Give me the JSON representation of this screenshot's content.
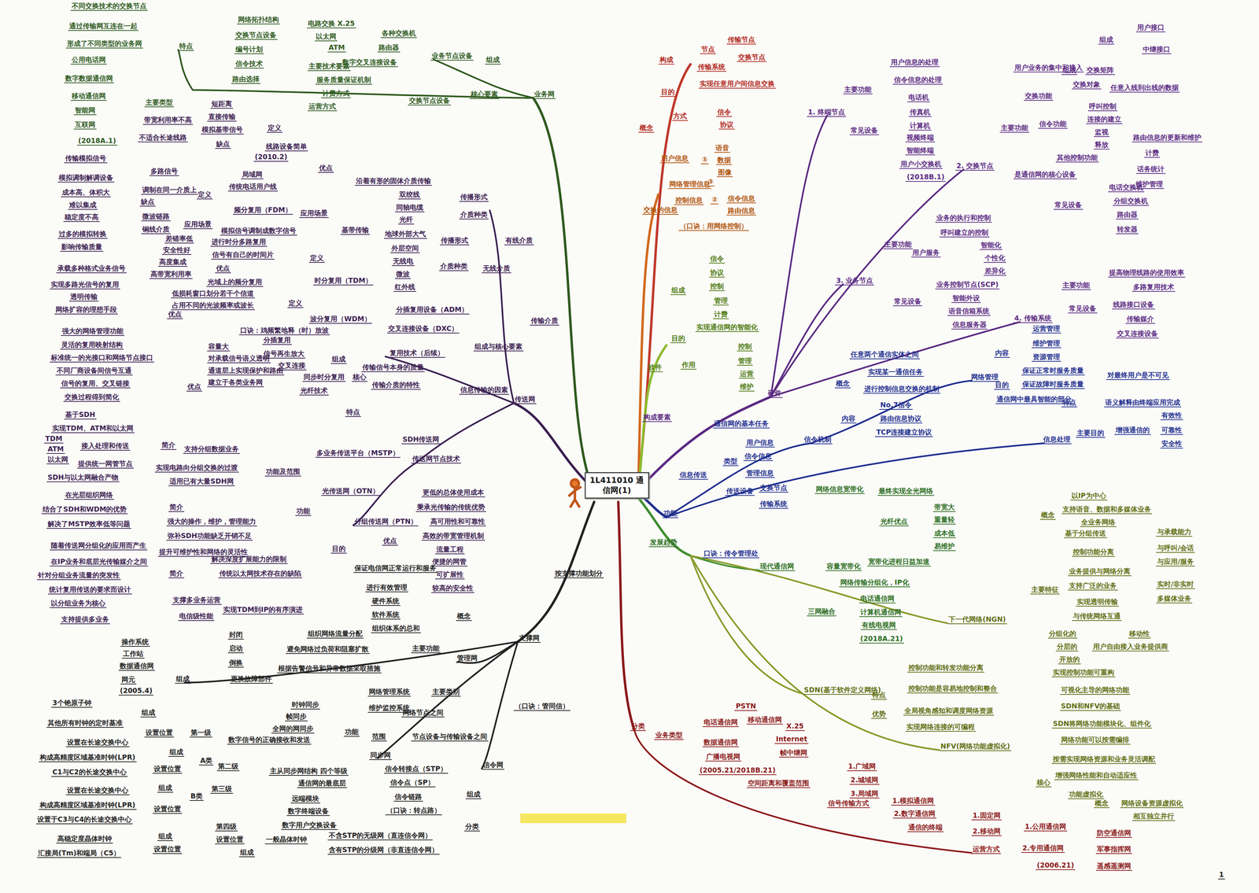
{
  "diagram": {
    "nodes": [
      {
        "text": [
          "1L411010 通信网(1)"
        ]
      }
    ],
    "labels": [
      "不同交换技术的交换节点",
      "通过传输网互连在一起",
      "形成了不同类型的业务网",
      "特点",
      "公用电话网",
      "数字数据通信网",
      "移动通信网",
      "智能网",
      "互联网",
      "(2018A.1)",
      "主要类型",
      "网络拓扑结构",
      "交换节点设备",
      "编号计划",
      "信令技术",
      "路由选择",
      "主要技术要素",
      "服务质量保证机制",
      "计费方式",
      "运营方式",
      "电路交换 X.25",
      "以太网",
      "ATM",
      "各种交换机",
      "路由器",
      "数字交叉连接设备",
      "业务节点设备",
      "组成",
      "交换节点设备",
      "核心要素",
      "业务网",
      "短距离",
      "直接传输",
      "模拟基带信号",
      "定义",
      "带宽利用率不高",
      "不适合长途线路",
      "缺点",
      "线路设备简单",
      "(2010.2)",
      "优点",
      "局域网",
      "传统电话用户线",
      "应用场景",
      "基带传输",
      "传输模拟信号",
      "模拟调制解调设备",
      "成本高、体积大",
      "难以集成",
      "稳定度不高",
      "过多的模拟转换",
      "影响传输质量",
      "缺点",
      "多路信号",
      "调制在同一介质上",
      "定义",
      "频分复用（FDM）",
      "微波链路",
      "铜线介质",
      "应用场景",
      "沿着有形的固体介质传输",
      "双绞线",
      "同轴电缆",
      "光纤",
      "传播形式",
      "介质种类",
      "有线介质",
      "地球外部大气",
      "外层空间",
      "传播形式",
      "无线电",
      "微波",
      "红外线",
      "介质种类",
      "无线介质",
      "传输介质",
      "模拟信号调制成数字信号",
      "进行时分多路复用",
      "信号有自己的时间片",
      "定义",
      "差错率低",
      "安全性好",
      "高度集成",
      "高带宽利用率",
      "优点",
      "时分复用（TDM）",
      "光域上的频分复用",
      "低损耗窗口划分若干个信道",
      "占用不同的光波频率或波长",
      "定义",
      "波分复用（WDM）",
      "承载多种格式业务信号",
      "实现多路光信号的复用",
      "透明传输",
      "网络扩容的理想手段",
      "优点",
      "口诀：鸡频繁地释（时）放波",
      "复用技术（后续）",
      "分插复用",
      "容量大",
      "信号再生放大",
      "交叉连接",
      "组成",
      "同步时分复用",
      "核心",
      "光纤技术",
      "特点",
      "强大的网络管理功能",
      "灵活的复用映射结构",
      "标准统一的光接口和网络节点接口",
      "不同厂商设备间信号互通",
      "信号的复用、交叉链接",
      "交换过程得到简化",
      "优点",
      "对承载信号语义透明",
      "通道层上实现保护和路由",
      "建立于各类业务网",
      "SDH传送网",
      "分插复用设备（ADM）",
      "交叉连接设备（DXC）",
      "组成与核心要素",
      "传输信号本身的质量",
      "传输介质的特性",
      "信息传输的因素",
      "传送网",
      "基于SDH",
      "实现TDM、ATM和以太网",
      "TDM",
      "ATM",
      "以太网",
      "接入处理和传送",
      "提供统一网管节点",
      "SDH与以太网融合产物",
      "简介",
      "支持分组数据业务",
      "实现电路向分组交换的过渡",
      "适用已有大量SDH网",
      "功能及范围",
      "多业务传送平台（MSTP）",
      "传送网节点技术",
      "在光层组织网络",
      "结合了SDH和WDM的优势",
      "解决了MSTP效率低等问题",
      "简介",
      "强大的操作，维护，管理能力",
      "弥补SDH功能缺乏开销不足",
      "提升可维护性和网络的灵活性",
      "功能",
      "光传送网（OTN）",
      "分组传送网（PTN）",
      "目的",
      "优点",
      "更低的总体使用成本",
      "秉承光传输的传统优势",
      "高可用性和可靠性",
      "高效的带宽管理机制",
      "流量工程",
      "便捷的网管",
      "可扩展性",
      "较高的安全性",
      "随着传送网分组化的应用而产生",
      "在IP业务和底层光传输媒介之间",
      "针对分组业务流量的突发性",
      "统计复用传送的要求而设计",
      "以分组业务为核心",
      "支持提供多业务",
      "简介",
      "解决深度扩展能力的限制",
      "支撑多业务运营",
      "电信级性能",
      "传统以太网技术存在的缺陷",
      "实现TDM到IP的有序演进",
      "按支撑功能划分",
      "支撑网",
      "保证电信网正常运行和服务",
      "进行有效管理",
      "硬件系统",
      "软件系统",
      "组织体系的总和",
      "概念",
      "组织网络流量分配",
      "封闭",
      "启动",
      "倒换",
      "更换故障部件",
      "避免网络过负荷和阻塞扩散",
      "根据告警信号和异常数据采取措施",
      "主要功能",
      "管理网",
      "操作系统",
      "工作站",
      "数据通信网",
      "网元",
      "(2005.4)",
      "组成",
      "网络管理系统",
      "维护监控系统",
      "主要类别",
      "3个铯原子钟",
      "组成",
      "其他所有时钟的定时基准",
      "设置位置",
      "第一级",
      "设置在长途交换中心",
      "组成",
      "构成高精度区域基准时钟(LPR)",
      "A类",
      "C1与C2的长途交换中心",
      "设置位置",
      "第二级",
      "设置在长途交换中心",
      "组成",
      "构成高精度区域基准时钟(LPR)",
      "B类",
      "设置于C3与C4的长途交换中心",
      "设置位置",
      "第三级",
      "高稳定度晶体时钟",
      "组成",
      "汇接局(Tm)和端局（C5）",
      "设置位置",
      "第四级",
      "设置位置",
      "远端模块",
      "数字终端设备",
      "数字用户交换设备",
      "一般晶体时钟",
      "组成",
      "时钟同步",
      "帧同步",
      "全网的网同步",
      "数字信号的正确接收和发送",
      "功能",
      "主从同步网结构 四个等级",
      "通信网的最底层",
      "同步网",
      "范围",
      "网络节点之间",
      "节点设备与传输设备之间",
      "信令转接点（STP）",
      "信令点（SP）",
      "信令链路",
      "（口诀：转点路）",
      "组成",
      "信令网",
      "分类",
      "不含STP的无级网（直连信令网）",
      "含有STP的分级网（非直连信令网）",
      "（口诀：管同信）",
      "构成",
      "节点",
      "传输节点",
      "交换节点",
      "传输系统",
      "目的",
      "实现任意用户间信息交换",
      "方式",
      "信令",
      "协议",
      "概念",
      "用户信息",
      "①",
      "语音",
      "数据",
      "图像",
      "网络管理信息",
      "③",
      "控制信息",
      "②",
      "信令信息",
      "路由信息",
      "（口诀：用网络控制）",
      "交换的信息",
      "信令",
      "协议",
      "控制",
      "管理",
      "计费",
      "组成",
      "目的",
      "实现通信网的智能化",
      "作用",
      "控制",
      "管理",
      "运营",
      "维护",
      "软件",
      "构成要素",
      "硬件",
      "1. 终端节点",
      "主要功能",
      "用户信息的处理",
      "信令信息的处理",
      "常见设备",
      "电话机",
      "传真机",
      "计算机",
      "视频终端",
      "智能终端",
      "用户小交换机",
      "(2018B.1)",
      "2. 交换节点",
      "主要功能",
      "用户业务的集中和接入",
      "组成",
      "用户接口",
      "中继接口",
      "交换功能",
      "组成",
      "交换矩阵",
      "交换对象",
      "任意入线到出线的数据",
      "信令功能",
      "呼叫控制",
      "连接的建立",
      "监视",
      "释放",
      "其他控制功能",
      "路由信息的更新和维护",
      "计费",
      "话务统计",
      "维护管理",
      "是通信网的核心设备",
      "常见设备",
      "电话交换机",
      "分组交换机",
      "路由器",
      "转发器",
      "3. 业务节点",
      "主要功能",
      "业务的执行和控制",
      "呼叫建立的控制",
      "用户服务",
      "智能化",
      "个性化",
      "差异化",
      "常见设备",
      "业务控制节点(SCP)",
      "智能外设",
      "语音信箱系统",
      "信息服务器",
      "4. 传输系统",
      "主要功能",
      "提高物理线路的使用效率",
      "多路复用技术",
      "常见设备",
      "线路接口设备",
      "传输媒介",
      "交叉连接设备",
      "信令机制",
      "概念",
      "任意两个通信实体之间",
      "实现某一通信任务",
      "进行控制信息交换的机制",
      "No.7信令",
      "内容",
      "路由信息协议",
      "TCP连接建立协议",
      "网络管理",
      "内容",
      "运营管理",
      "维护管理",
      "资源管理",
      "目的",
      "保证正常时服务质量",
      "保证故障时服务质量",
      "通信网中最具智能的部分",
      "特点",
      "对最终用户是不可见",
      "语义解释由终端应用完成",
      "信息处理",
      "主要目的",
      "增强通信的",
      "有效性",
      "可靠性",
      "安全性",
      "信息传送",
      "通信网的基本任务",
      "类型",
      "用户信息",
      "信令信息",
      "管理信息",
      "传送设备",
      "交换节点",
      "传输系统",
      "功能",
      "口诀：传令管理处",
      "发展趋势",
      "现代通信网",
      "网络信息宽带化",
      "最终实现全光网络",
      "光纤优点",
      "带宽大",
      "重量轻",
      "成本低",
      "易维护",
      "容量宽带化",
      "宽带化进程日益加速",
      "网络传输分组化，IP化",
      "三网融合",
      "电话通信网",
      "计算机通信网",
      "有线电视网",
      "(2018A.21)",
      "下一代网络(NGN)",
      "概念",
      "以IP为中心",
      "支持语音、数据和多媒体业务",
      "全业务网络",
      "主要特征",
      "基于分组传送",
      "控制功能分离",
      "业务提供与网络分离",
      "支持广泛的业务",
      "实现透明传输",
      "与传统网络互通",
      "与承载能力",
      "与呼叫/会话",
      "与应用/服务",
      "实时/非实时",
      "多媒体业务",
      "移动性",
      "用户自由接入业务提供商",
      "分组化的",
      "分层的",
      "开放的",
      "SDN(基于软件定义网络)",
      "特点",
      "控制功能和转发功能分离",
      "控制功能是容易地控制和整合",
      "优势",
      "全局视角感知和调度网络资源",
      "实现网络连接的可编程",
      "NFV(网络功能虚拟化)",
      "实现控制功能可重构",
      "可视化主导的网络功能",
      "SDN和NFV的基础",
      "SDN将网络功能模块化、组件化",
      "网络功能可以按需编排",
      "按需实现网络资源和业务灵活调配",
      "增强网络性能和自动适应性",
      "核心",
      "功能虚拟化",
      "概念",
      "网络设备资源虚拟化",
      "相互独立并行",
      "分类",
      "业务类型",
      "电话通信网",
      "PSTN",
      "移动通信网",
      "数据通信网",
      "X.25",
      "Internet",
      "帧中继网",
      "广播电视网",
      "(2005.21/2018B.21)",
      "空间距离和覆盖范围",
      "1.广域网",
      "2.城域网",
      "3.局域网",
      "信号传输方式",
      "1.模拟通信网",
      "2.数字通信网",
      "通信的终端",
      "1.固定网",
      "2.移动网",
      "运营方式",
      "1.公用通信网",
      "2.专用通信网",
      "(2006.21)",
      "防空通信网",
      "军事指挥网",
      "遥感遥测网",
      "1"
    ]
  }
}
